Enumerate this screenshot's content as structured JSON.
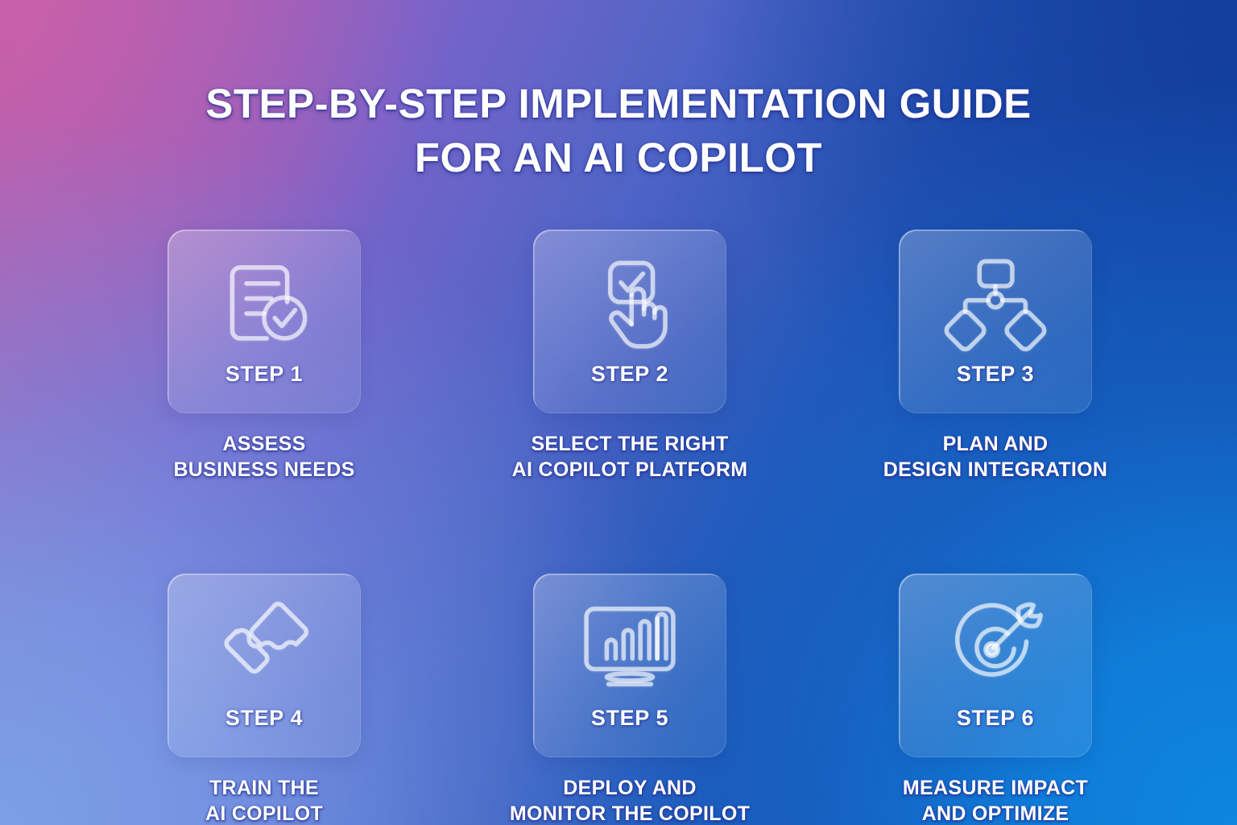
{
  "title": "STEP-BY-STEP IMPLEMENTATION GUIDE\nFOR AN AI COPILOT",
  "theme": {
    "background_top_left": "#c45da6",
    "background_top_right": "#1340a0",
    "background_bottom_left": "#7da0e8",
    "background_bottom_right": "#0d87e0",
    "text_color": "#ffffff",
    "card_fill": "rgba(255,255,255,0.18)"
  },
  "steps": [
    {
      "step_label": "STEP 1",
      "caption": "ASSESS\nBUSINESS NEEDS",
      "icon": "document-checklist-check-icon"
    },
    {
      "step_label": "STEP 2",
      "caption": "SELECT THE RIGHT\nAI COPILOT PLATFORM",
      "icon": "hand-pointer-checkbox-icon"
    },
    {
      "step_label": "STEP 3",
      "caption": "PLAN AND\nDESIGN INTEGRATION",
      "icon": "flowchart-hierarchy-icon"
    },
    {
      "step_label": "STEP 4",
      "caption": "TRAIN THE\nAI COPILOT",
      "icon": "puzzle-pieces-icon"
    },
    {
      "step_label": "STEP 5",
      "caption": "DEPLOY AND\nMONITOR THE COPILOT",
      "icon": "monitor-bar-chart-icon"
    },
    {
      "step_label": "STEP 6",
      "caption": "MEASURE  IMPACT\nAND OPTIMIZE",
      "icon": "target-arrow-bullseye-icon"
    }
  ]
}
